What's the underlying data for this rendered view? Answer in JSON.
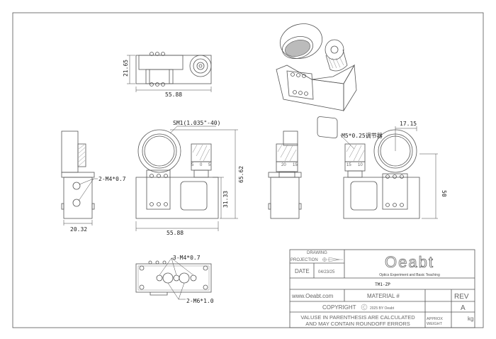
{
  "dimensions": {
    "top_height": "21.65",
    "top_width": "55.88",
    "front_width": "55.88",
    "front_height": "65.62",
    "front_base_height": "31.33",
    "side_width": "20.32",
    "back_offset": "17.15",
    "back_height": "50"
  },
  "callouts": {
    "sm1_thread": "SM1(1.035\"-40)",
    "side_holes": "2-M4*0.7",
    "adjuster": "M5*0.25调节器",
    "bottom_small_holes": "3-M4*0.7",
    "bottom_large_holes": "2-M6*1.0"
  },
  "micrometer_scale": {
    "front": [
      "5",
      "0",
      "5"
    ],
    "side": [
      "20",
      "15"
    ],
    "back": [
      "15",
      "10"
    ]
  },
  "title_block": {
    "drawing_label": "DRAWING",
    "projection_label": "PROJECTION",
    "date_label": "DATE",
    "date_value": "04/23/25",
    "logo_text": "Oeabt",
    "logo_tagline": "Optics Experiment and Basic Teaching",
    "part_number": "TM1-ZP",
    "website": "www.Oeabt.com",
    "material_label": "MATERIAL #",
    "rev_label": "REV",
    "rev_value": "A",
    "copyright_label": "COPYRIGHT",
    "copyright_year": "2025 BY Oeabt",
    "note_line1": "VALUSE IN PARENTHESIS ARE CALCULATED",
    "note_line2": "AND MAY CONTAIN ROUNDOFF ERRORS",
    "weight_label1": "APPROX",
    "weight_label2": "WEIGHT",
    "weight_unit": "kg"
  }
}
